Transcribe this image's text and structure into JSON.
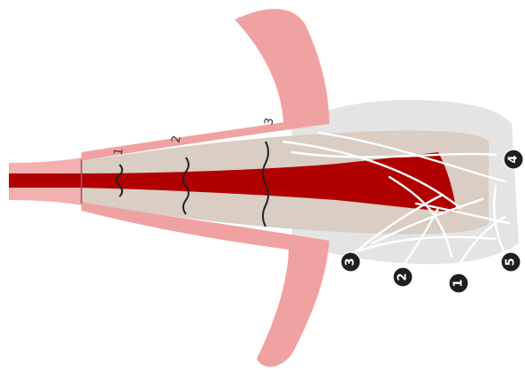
{
  "diagram": {
    "cut_lines": [
      {
        "id": "cut-1",
        "label": "1"
      },
      {
        "id": "cut-2",
        "label": "2"
      },
      {
        "id": "cut-3",
        "label": "3"
      }
    ],
    "badges": [
      {
        "id": "badge-4",
        "label": "4"
      },
      {
        "id": "badge-5",
        "label": "5"
      },
      {
        "id": "badge-1",
        "label": "1"
      },
      {
        "id": "badge-2",
        "label": "2"
      },
      {
        "id": "badge-3",
        "label": "3"
      }
    ],
    "colors": {
      "membrane_pink": "#f0a2a2",
      "membrane_stroke": "#e58e8e",
      "inner_tan": "#d9cdc4",
      "core_red": "#b00000",
      "outer_grey": "#e4e4e4",
      "badge_fill": "#1f1f1f"
    }
  }
}
